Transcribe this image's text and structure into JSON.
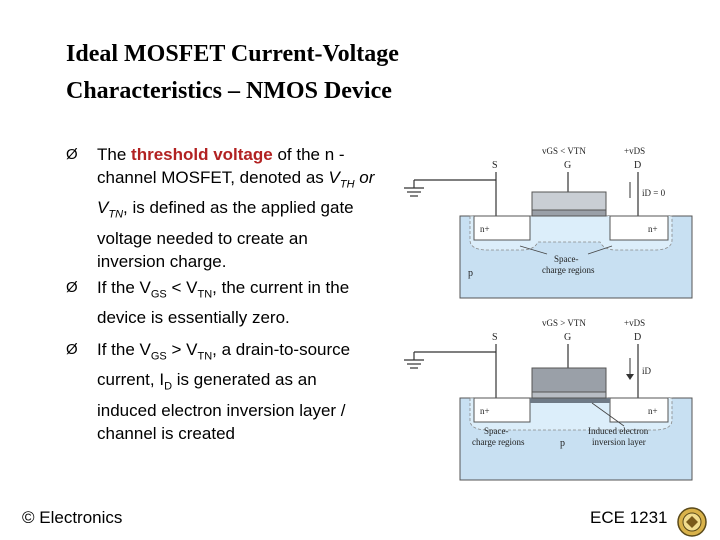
{
  "title": {
    "line1": "Ideal MOSFET Current-Voltage",
    "line2": "Characteristics – NMOS Device"
  },
  "bullets": [
    {
      "marker": "Ø",
      "pre": "The ",
      "highlight": "threshold voltage",
      "mid": " of the n -channel MOSFET, denoted as ",
      "sym1": "V",
      "sym1_sub": "TH",
      "or": " or ",
      "sym2": "V",
      "sym2_sub": "TN",
      "post": ", is defined as the applied gate voltage needed to create an inversion charge."
    },
    {
      "marker": "Ø",
      "pre": "If the ",
      "a": "V",
      "a_sub": "GS",
      "lt": " < ",
      "b": "V",
      "b_sub": "TN",
      "post": ", the current in the device is essentially zero."
    },
    {
      "marker": "Ø",
      "pre": "If the ",
      "a": "V",
      "a_sub": "GS",
      "gt": " > ",
      "b": "V",
      "b_sub": "TN",
      "mid": ", a drain-to-source current, ",
      "c": "I",
      "c_sub": "D",
      "post": " is generated as an induced electron inversion layer / channel is created"
    }
  ],
  "footer": {
    "left": "© Electronics",
    "right": "ECE 1231"
  },
  "diagram_top": {
    "cond": "vGS < VTN",
    "vds": "+vDS",
    "s": "S",
    "g": "G",
    "d": "D",
    "id": "iD = 0",
    "n_left": "n+",
    "n_right": "n+",
    "p": "p",
    "space": "Space-",
    "charge": "charge regions"
  },
  "diagram_bottom": {
    "cond": "vGS > VTN",
    "vds": "+vDS",
    "s": "S",
    "g": "G",
    "d": "D",
    "id": "iD",
    "n_left": "n+",
    "n_right": "n+",
    "p": "p",
    "space": "Space-",
    "charge": "charge regions",
    "induced1": "Induced electron",
    "induced2": "inversion layer"
  },
  "colors": {
    "highlight": "#b22222",
    "substrate": "#c8e0f2",
    "depletion": "#dceefa",
    "oxide": "#9aa0a8",
    "gate": "#c9ced4"
  }
}
